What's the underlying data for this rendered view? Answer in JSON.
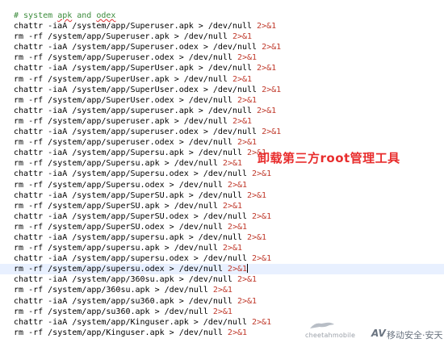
{
  "lines": [
    {
      "text": "# system apk and odex",
      "kind": "comment"
    },
    {
      "cmd": "chattr",
      "args": " -iaA /system/app/Superuser.apk ",
      "tail": "> /dev/null ",
      "fd": "2>&1"
    },
    {
      "cmd": "rm",
      "args": " -rf /system/app/Superuser.apk ",
      "tail": "> /dev/null ",
      "fd": "2>&1"
    },
    {
      "cmd": "chattr",
      "args": " -iaA /system/app/Superuser.odex ",
      "tail": "> /dev/null ",
      "fd": "2>&1"
    },
    {
      "cmd": "rm",
      "args": " -rf /system/app/Superuser.odex ",
      "tail": "> /dev/null ",
      "fd": "2>&1"
    },
    {
      "cmd": "chattr",
      "args": " -iaA /system/app/SuperUser.apk ",
      "tail": "> /dev/null ",
      "fd": "2>&1"
    },
    {
      "cmd": "rm",
      "args": " -rf /system/app/SuperUser.apk ",
      "tail": "> /dev/null ",
      "fd": "2>&1"
    },
    {
      "cmd": "chattr",
      "args": " -iaA /system/app/SuperUser.odex ",
      "tail": "> /dev/null ",
      "fd": "2>&1"
    },
    {
      "cmd": "rm",
      "args": " -rf /system/app/SuperUser.odex ",
      "tail": "> /dev/null ",
      "fd": "2>&1"
    },
    {
      "cmd": "chattr",
      "args": " -iaA /system/app/superuser.apk ",
      "tail": "> /dev/null ",
      "fd": "2>&1"
    },
    {
      "cmd": "rm",
      "args": " -rf /system/app/superuser.apk ",
      "tail": "> /dev/null ",
      "fd": "2>&1"
    },
    {
      "cmd": "chattr",
      "args": " -iaA /system/app/superuser.odex ",
      "tail": "> /dev/null ",
      "fd": "2>&1"
    },
    {
      "cmd": "rm",
      "args": " -rf /system/app/superuser.odex ",
      "tail": "> /dev/null ",
      "fd": "2>&1"
    },
    {
      "cmd": "chattr",
      "args": " -iaA /system/app/Supersu.apk ",
      "tail": "> /dev/null ",
      "fd": "2>&1"
    },
    {
      "cmd": "rm",
      "args": " -rf /system/app/Supersu.apk ",
      "tail": "> /dev/null ",
      "fd": "2>&1"
    },
    {
      "cmd": "chattr",
      "args": " -iaA /system/app/Supersu.odex ",
      "tail": "> /dev/null ",
      "fd": "2>&1"
    },
    {
      "cmd": "rm",
      "args": " -rf /system/app/Supersu.odex ",
      "tail": "> /dev/null ",
      "fd": "2>&1"
    },
    {
      "cmd": "chattr",
      "args": " -iaA /system/app/SuperSU.apk ",
      "tail": "> /dev/null ",
      "fd": "2>&1"
    },
    {
      "cmd": "rm",
      "args": " -rf /system/app/SuperSU.apk ",
      "tail": "> /dev/null ",
      "fd": "2>&1"
    },
    {
      "cmd": "chattr",
      "args": " -iaA /system/app/SuperSU.odex ",
      "tail": "> /dev/null ",
      "fd": "2>&1"
    },
    {
      "cmd": "rm",
      "args": " -rf /system/app/SuperSU.odex ",
      "tail": "> /dev/null ",
      "fd": "2>&1"
    },
    {
      "cmd": "chattr",
      "args": " -iaA /system/app/supersu.apk ",
      "tail": "> /dev/null ",
      "fd": "2>&1"
    },
    {
      "cmd": "rm",
      "args": " -rf /system/app/supersu.apk ",
      "tail": "> /dev/null ",
      "fd": "2>&1"
    },
    {
      "cmd": "chattr",
      "args": " -iaA /system/app/supersu.odex ",
      "tail": "> /dev/null ",
      "fd": "2>&1"
    },
    {
      "cmd": "rm",
      "args": " -rf /system/app/supersu.odex ",
      "tail": "> /dev/null ",
      "fd": "2>&1",
      "highlight": true,
      "caret": true
    },
    {
      "cmd": "chattr",
      "args": " -iaA /system/app/360su.apk ",
      "tail": "> /dev/null ",
      "fd": "2>&1"
    },
    {
      "cmd": "rm",
      "args": " -rf /system/app/360su.apk ",
      "tail": "> /dev/null ",
      "fd": "2>&1"
    },
    {
      "cmd": "chattr",
      "args": " -iaA /system/app/su360.apk ",
      "tail": "> /dev/null ",
      "fd": "2>&1"
    },
    {
      "cmd": "rm",
      "args": " -rf /system/app/su360.apk ",
      "tail": "> /dev/null ",
      "fd": "2>&1"
    },
    {
      "cmd": "chattr",
      "args": " -iaA /system/app/Kinguser.apk ",
      "tail": "> /dev/null ",
      "fd": "2>&1"
    },
    {
      "cmd": "rm",
      "args": " -rf /system/app/Kinguser.apk ",
      "tail": "> /dev/null ",
      "fd": "2>&1"
    }
  ],
  "annotation": "卸载第三方root管理工具",
  "watermark": {
    "cheetah": "cheetahmobile",
    "av": "AV",
    "brand": "移动安全·安天"
  },
  "colors": {
    "annotation": "#e82d2d",
    "redirect": "#c0392b",
    "comment": "#3c8c3c",
    "highlight": "#e8f0ff"
  }
}
